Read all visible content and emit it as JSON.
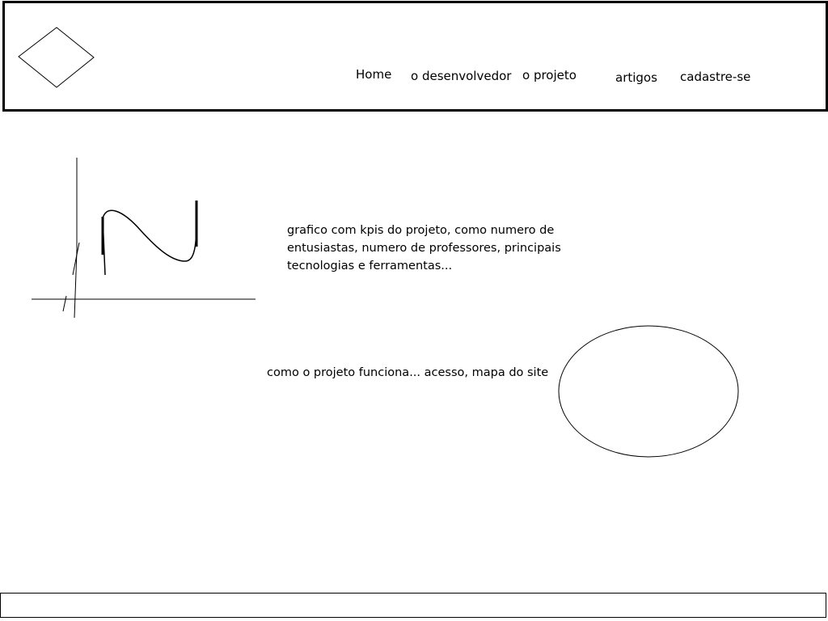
{
  "header": {
    "logo_icon": "diamond-logo-icon",
    "nav": {
      "home": "Home",
      "developer": "o desenvolvedor",
      "project": "o projeto",
      "articles": "artigos",
      "signup": "cadastre-se"
    }
  },
  "main": {
    "chart_placeholder_icon": "sketch-line-chart-icon",
    "kpi_description": "grafico com kpis do projeto, como numero de entusiastas, numero de professores, principais tecnologias e ferramentas...",
    "how_it_works": "como o projeto funciona... acesso, mapa do site",
    "site_map_placeholder_icon": "ellipse-placeholder-icon"
  },
  "colors": {
    "background": "#ffffff",
    "stroke": "#000000"
  }
}
